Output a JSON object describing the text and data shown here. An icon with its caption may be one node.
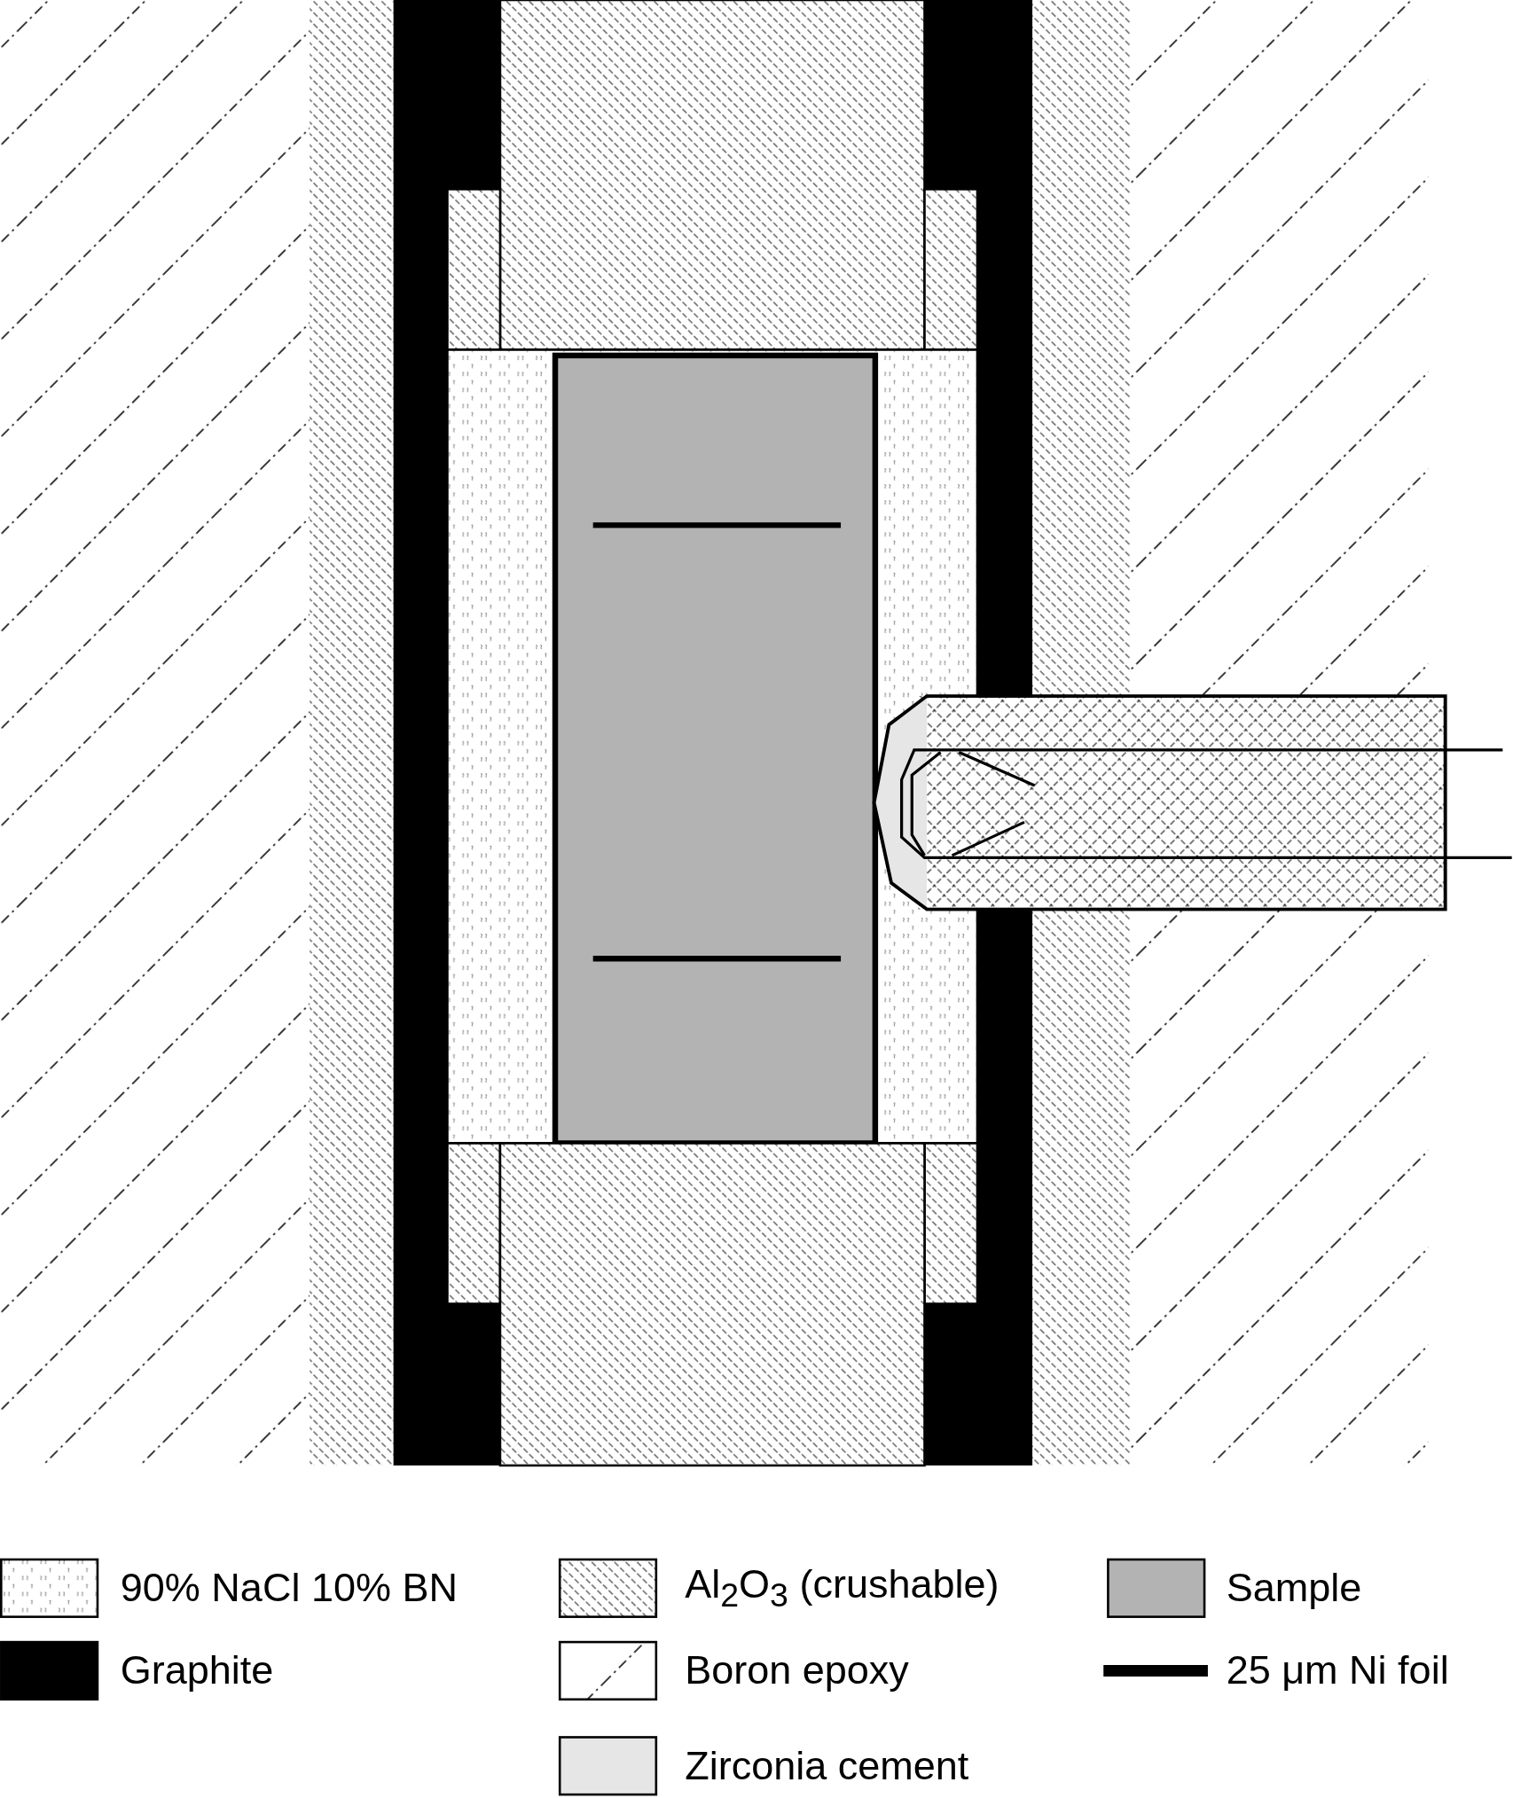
{
  "diagram": {
    "legend": [
      {
        "text": "90% NaCl 10% BN"
      },
      {
        "text": "Al$_{2}$O$_{3}$ (crushable)"
      },
      {
        "text": "Sample",
        "color": "#b3b3b3"
      },
      {
        "text": "Graphite",
        "color": "#000000"
      },
      {
        "text": "Boron epoxy"
      },
      {
        "text": "25 μm Ni foil"
      },
      {
        "text": "Zirconia cement",
        "color": "#e6e6e6"
      }
    ]
  }
}
